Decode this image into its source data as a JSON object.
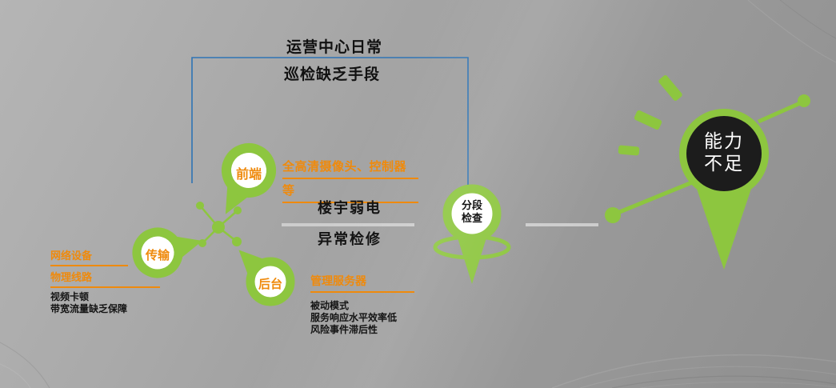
{
  "colors": {
    "green": "#8dc63f",
    "orange": "#ef8a0c",
    "blue": "#2e74b5",
    "dark_circle": "#1c1c1c",
    "connector_gray": "#cdcdcd"
  },
  "top_note": {
    "line1": "运营中心日常",
    "line2": "巡检缺乏手段"
  },
  "center_flow": {
    "line1": "楼宇弱电",
    "line2": "异常检修"
  },
  "frontend": {
    "label": "前端",
    "desc_line1": "全高清摄像头、控制器",
    "desc_line2": "等"
  },
  "transmission": {
    "label": "传输",
    "tag1": "网络设备",
    "tag2": "物理线路",
    "issue1": "视频卡顿",
    "issue2": "带宽流量缺乏保障"
  },
  "backend": {
    "label": "后台",
    "tag1": "管理服务器",
    "issue1": "被动模式",
    "issue2": "服务响应水平效率低",
    "issue3": "风险事件滞后性"
  },
  "segment": {
    "line1": "分段",
    "line2": "检查"
  },
  "result": {
    "line1": "能力",
    "line2": "不足"
  }
}
